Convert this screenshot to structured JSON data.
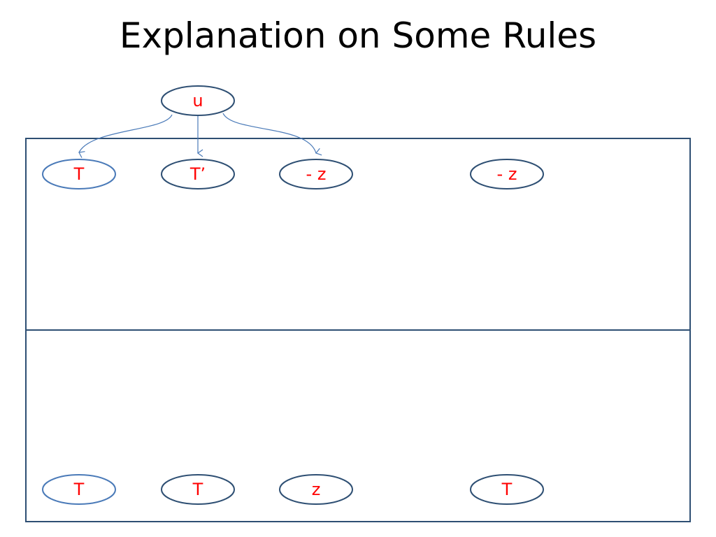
{
  "slide": {
    "title": "Explanation on Some Rules"
  },
  "colors": {
    "node_text": "#ff0000",
    "box_border": "#2e4f73",
    "dark_ellipse": "#2e4f73",
    "light_ellipse": "#4a7ab8",
    "arrow": "#4a7ab8"
  },
  "diagram": {
    "root": {
      "label": "u"
    },
    "top_row": [
      {
        "label": "T",
        "variant": "light"
      },
      {
        "label": "T’",
        "variant": "dark"
      },
      {
        "label": "- z",
        "variant": "dark"
      },
      {
        "label": "- z",
        "variant": "dark"
      }
    ],
    "bottom_row": [
      {
        "label": "T",
        "variant": "light"
      },
      {
        "label": "T",
        "variant": "dark"
      },
      {
        "label": "z",
        "variant": "dark"
      },
      {
        "label": "T",
        "variant": "dark"
      }
    ]
  }
}
